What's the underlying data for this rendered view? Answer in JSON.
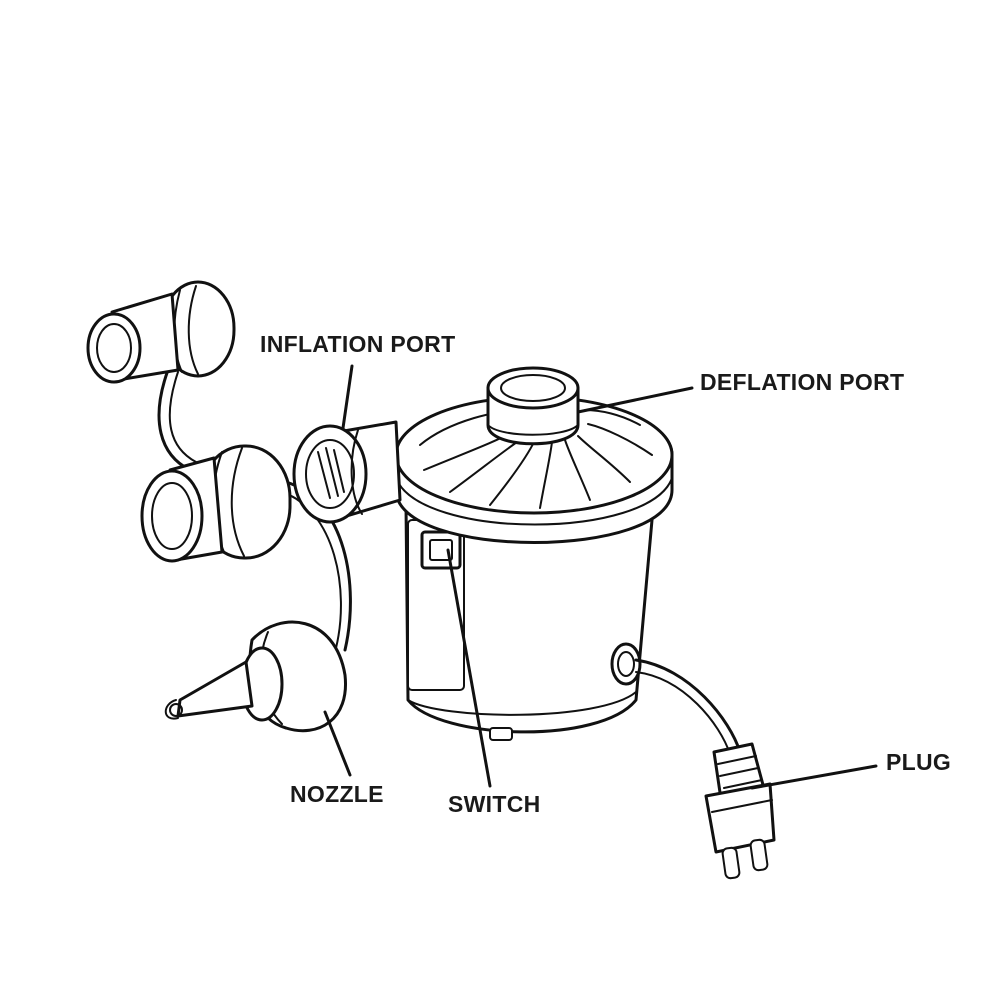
{
  "labels": {
    "inflation_port": "INFLATION PORT",
    "deflation_port": "DEFLATION PORT",
    "nozzle": "NOZZLE",
    "switch": "SWITCH",
    "plug": "PLUG"
  },
  "colors": {
    "ink": "#111111",
    "background": "#ffffff"
  }
}
